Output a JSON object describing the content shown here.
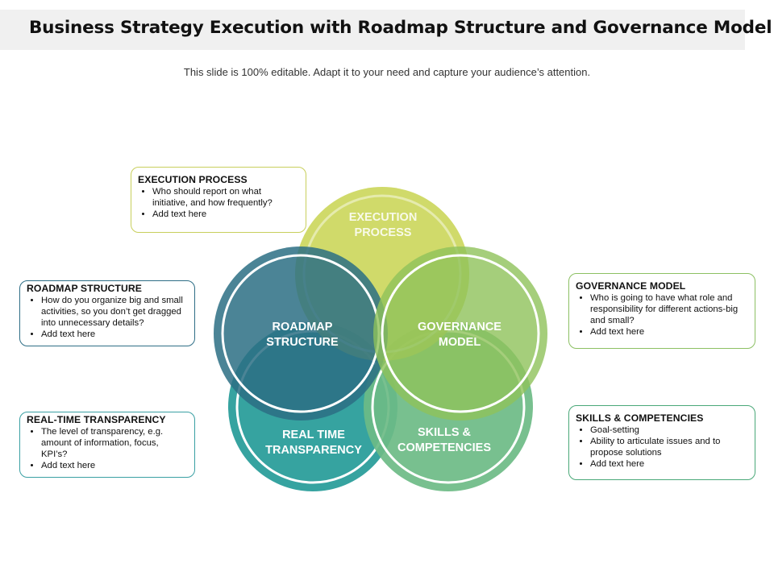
{
  "title": "Business Strategy Execution with Roadmap Structure and Governance Model",
  "subtitle": "This slide is 100% editable. Adapt it to your need and capture your audience’s attention.",
  "circles": {
    "execution": {
      "line1": "EXECUTION",
      "line2": "PROCESS",
      "color": "#c8d24e"
    },
    "roadmap": {
      "line1": "ROADMAP",
      "line2": "STRUCTURE",
      "color": "#2f7588"
    },
    "governance": {
      "line1": "GOVERNANCE",
      "line2": "MODEL",
      "color": "#8dc155"
    },
    "transparency": {
      "line1": "REAL TIME",
      "line2": "TRANSPARENCY",
      "color": "#36a3a0"
    },
    "skills": {
      "line1": "SKILLS &",
      "line2": "COMPETENCIES",
      "color": "#5db27b"
    }
  },
  "boxes": {
    "execution": {
      "title": "EXECUTION  PROCESS",
      "bullets": [
        "Who should report on what initiative, and how frequently?",
        "Add text here"
      ]
    },
    "roadmap": {
      "title": "ROADMAP  STRUCTURE",
      "bullets": [
        "How do you organize big and small activities, so you don’t get dragged into unnecessary details?",
        "Add text here"
      ]
    },
    "transparency": {
      "title": "REAL-TIME  TRANSPARENCY",
      "bullets": [
        "The level of transparency, e.g. amount of information, focus, KPI’s?",
        "Add text here"
      ]
    },
    "governance": {
      "title": "GOVERNANCE  MODEL",
      "bullets": [
        "Who is going to have what role and responsibility for different actions-big and small?",
        "Add text here"
      ]
    },
    "skills": {
      "title": "SKILLS & COMPETENCIES",
      "bullets": [
        "Goal-setting",
        "Ability to articulate issues and to propose solutions",
        "Add text here"
      ]
    }
  }
}
